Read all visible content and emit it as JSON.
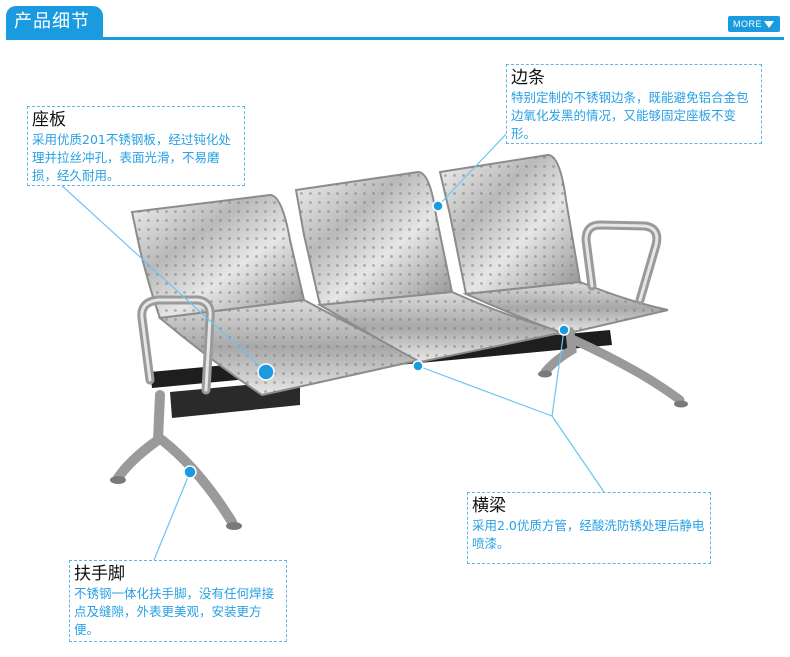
{
  "header": {
    "title": "产品细节",
    "more_label": "MORE"
  },
  "callouts": {
    "seat": {
      "title": "座板",
      "body": "采用优质201不锈钢板，经过钝化处理并拉丝冲孔，表面光滑，不易磨损，经久耐用。"
    },
    "edge": {
      "title": "边条",
      "body": "特别定制的不锈钢边条，既能避免铝合金包边氧化发黑的情况，又能够固定座板不变形。"
    },
    "beam": {
      "title": "横梁",
      "body": "采用2.0优质方管，经酸洗防锈处理后静电喷漆。"
    },
    "leg": {
      "title": "扶手脚",
      "body": "不锈钢一体化扶手脚，没有任何焊接点及缝隙，外表更美观，安装更方便。"
    }
  },
  "colors": {
    "accent": "#1a9be0",
    "callout_text": "#28a0e4",
    "leader_line": "#6cc4f2"
  }
}
